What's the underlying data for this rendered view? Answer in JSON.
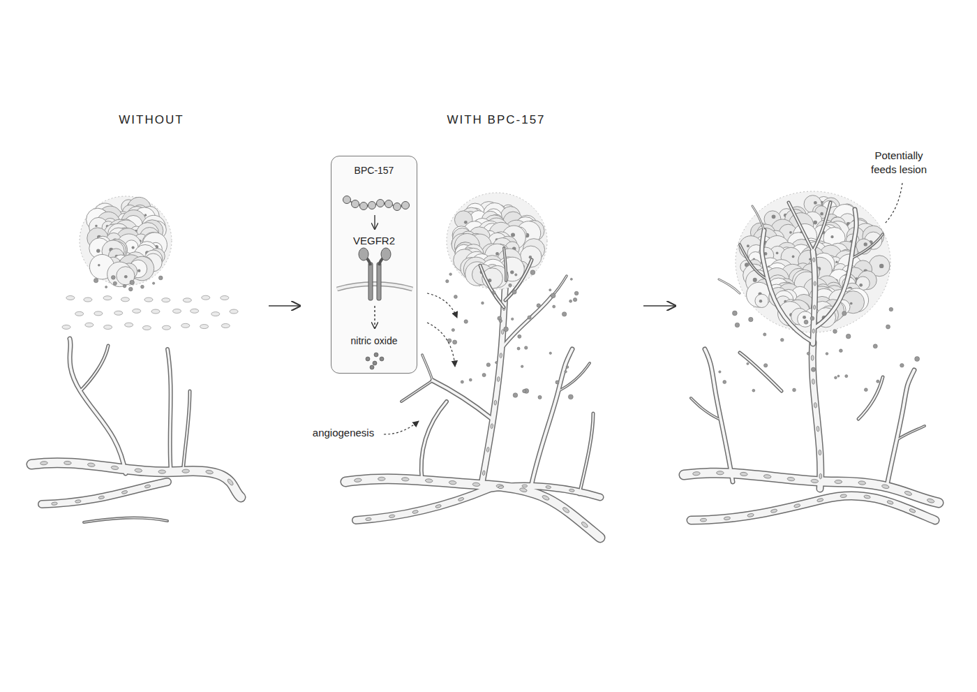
{
  "diagram": {
    "nodes": [
      {
        "text": [
          "BPC-157",
          "VEGFR2",
          "nitric oxide"
        ]
      }
    ],
    "labels": [
      "WITHOUT",
      "WITH BPC-157",
      "angiogenesis",
      "Potentially feeds lesion"
    ]
  }
}
